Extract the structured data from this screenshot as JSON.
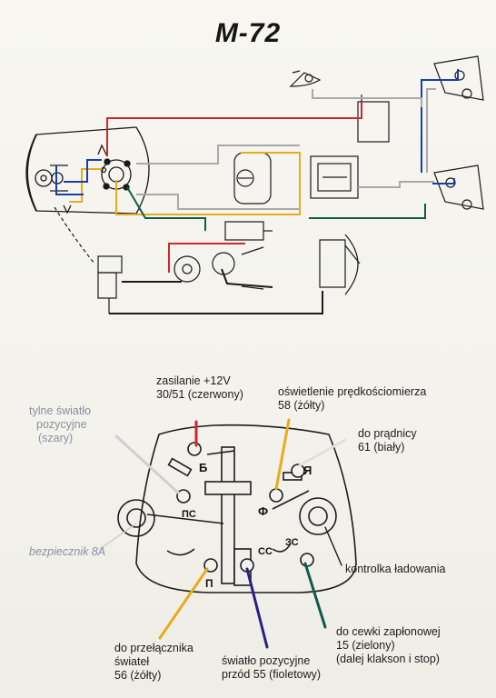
{
  "title": "M-72",
  "colors": {
    "red": "#d0262c",
    "yellow": "#e9ab1b",
    "blue": "#1a3fa3",
    "gray": "#a9a9a9",
    "green": "#0f5c4a",
    "black": "#1a1a1a",
    "violet": "#2c1f86"
  },
  "callouts": {
    "supply": "zasilanie +12V",
    "supply_sub": "30/51 (czerwony)",
    "speedo": "oświetlenie prędkościomierza",
    "speedo_sub": "58 (żółty)",
    "rear_light": "tylne światło",
    "rear_light_2": "pozycyjne",
    "rear_light_3": "(szary)",
    "generator": "do prądnicy",
    "generator_sub": "61 (biały)",
    "fuse": "bezpiecznik 8A",
    "charge_lamp": "kontrolka ładowania",
    "coil": "do cewki zapłonowej",
    "coil_2": "15 (zielony)",
    "coil_3": "(dalej klakson i stop)",
    "switch": "do przełącznika",
    "switch_2": "świateł",
    "switch_3": "56 (żółty)",
    "front_pos": "światło pozycyjne",
    "front_pos_2": "przód 55 (fioletowy)"
  },
  "terminals": {
    "b": "Б",
    "ps": "ПС",
    "f": "Ф",
    "ya": "Я",
    "p": "П",
    "ss": "СС",
    "zs": "ЗС"
  }
}
